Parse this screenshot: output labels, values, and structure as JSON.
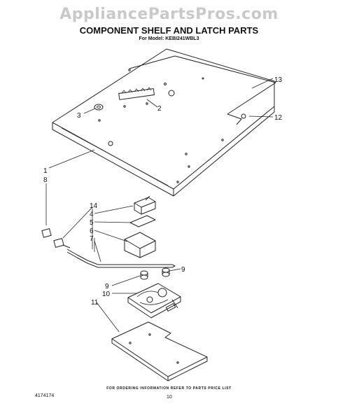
{
  "watermark": "AppliancePartsPros.com",
  "title": "COMPONENT SHELF AND LATCH PARTS",
  "model": "For Model: KEBI241WBL3",
  "footer": "FOR ORDERING INFORMATION REFER TO PARTS PRICE LIST",
  "doc_number": "4174174",
  "page_number": "10",
  "callouts": [
    "13",
    "2",
    "3",
    "12",
    "1",
    "8",
    "14",
    "4",
    "5",
    "6",
    "7",
    "9",
    "9",
    "10",
    "11"
  ]
}
